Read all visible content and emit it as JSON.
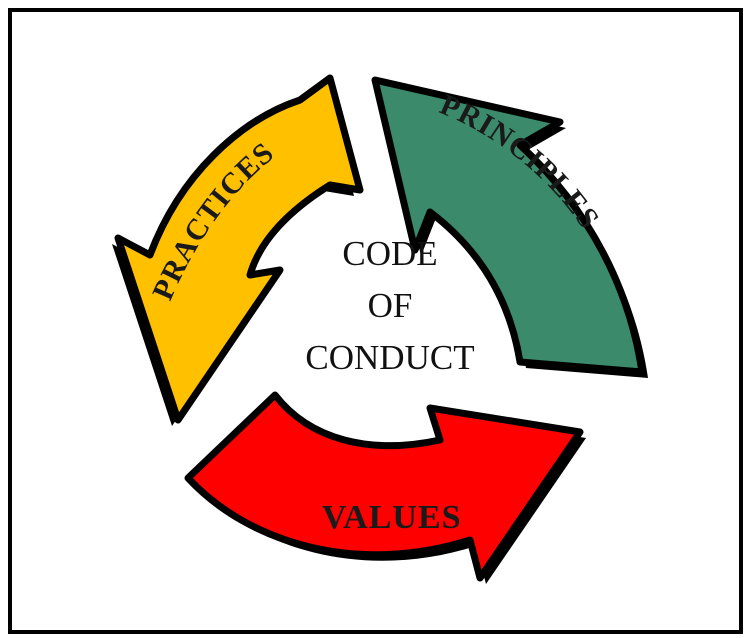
{
  "diagram": {
    "center_lines": [
      "CODE",
      "OF",
      "CONDUCT"
    ],
    "arrows": {
      "principles": {
        "label": "PRINCIPLES",
        "color": "#3a8a6b"
      },
      "values": {
        "label": "VALUES",
        "color": "#ff0000"
      },
      "practices": {
        "label": "PRACTICES",
        "color": "#ffc000"
      }
    }
  }
}
